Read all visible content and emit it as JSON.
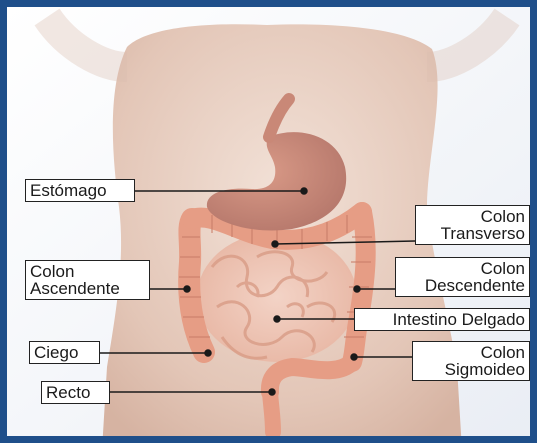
{
  "labels": {
    "estomago": "Estómago",
    "colon_transverso": [
      "Colon",
      "Transverso"
    ],
    "colon_ascendente": [
      "Colon",
      "Ascendente"
    ],
    "colon_descendente": [
      "Colon",
      "Descendente"
    ],
    "intestino_delgado": "Intestino Delgado",
    "ciego": "Ciego",
    "colon_sigmoideo": [
      "Colon",
      "Sigmoideo"
    ],
    "recto": "Recto"
  },
  "colors": {
    "frame": "#1f4f8a",
    "skin": "#e7cfc2",
    "organ": "#e9a38c",
    "stomach": "#c98877",
    "leader": "#1a1a1a"
  }
}
